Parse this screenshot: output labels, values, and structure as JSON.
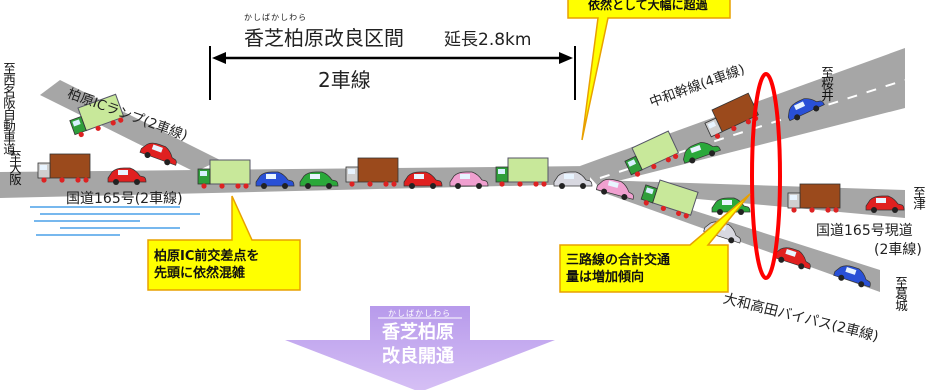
{
  "section": {
    "ruby": "かしばかしわら",
    "name": "香芝柏原改良区間",
    "length_label": "延長2.8km",
    "lanes_label": "2車線"
  },
  "callouts": {
    "top_right": "依然として大幅に超過",
    "congestion_line1": "柏原IC前交差点を",
    "congestion_line2": "先頭に依然混雑",
    "traffic_line1": "三路線の合計交通",
    "traffic_line2": "量は増加傾向"
  },
  "roads": {
    "ramp": "柏原ICランプ(2車線)",
    "route165": "国道165号(2車線)",
    "chuwa": "中和幹線(4車線)",
    "route165_current_1": "国道165号現道",
    "route165_current_2": "(2車線)",
    "yamato": "大和高田バイパス(2車線)"
  },
  "destinations": {
    "nishimeihan": "至西名阪自動車道",
    "osaka": "至大阪",
    "sakurai": "至桜井",
    "tsu": "至津",
    "katsuragi": "至葛城"
  },
  "arrow": {
    "ruby": "かしばかしわら",
    "line1": "香芝柏原",
    "line2": "改良開通"
  },
  "colors": {
    "road": "#a6a6a6",
    "callout_fill": "#ffff00",
    "callout_border": "#e8a000",
    "arrow_fill": "#c8a6f0",
    "ellipse": "#ff0000"
  }
}
